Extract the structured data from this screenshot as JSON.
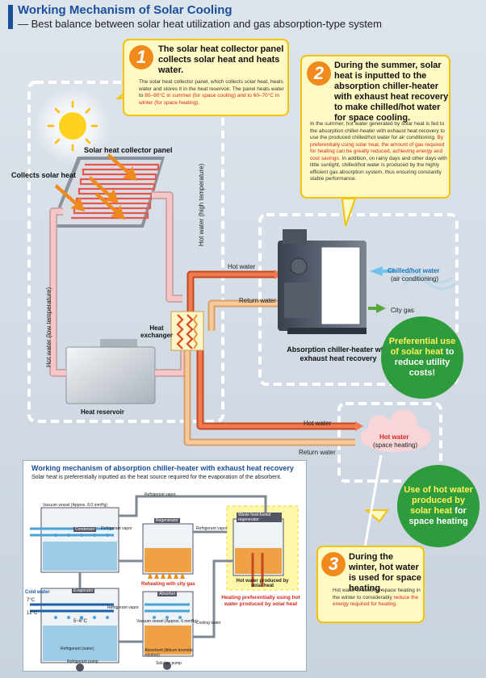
{
  "header": {
    "title": "Working Mechanism of Solar Cooling",
    "subtitle": "— Best balance between solar heat utilization and gas absorption-type system"
  },
  "labels": {
    "collector_panel": "Solar heat collector panel",
    "collects_solar_heat": "Collects solar heat",
    "hot_water_high": "Hot water (high temperature)",
    "hot_water_low": "Hot water (low temperature)",
    "heat_exchanger": "Heat exchanger",
    "heat_reservoir": "Heat reservoir",
    "hot_water_1": "Hot water",
    "return_water_1": "Return water",
    "hot_water_2": "Hot water",
    "return_water_2": "Return water",
    "chiller_name": "Absorption chiller-heater with exhaust heat recovery",
    "chilled_hot_water": "Chilled/hot water",
    "air_conditioning": "(air conditioning)",
    "city_gas": "City gas",
    "hot_water_space": "Hot water",
    "space_heating": "(space heating)"
  },
  "notes": {
    "n1": {
      "num": "1",
      "heading": "The solar heat collector panel collects solar heat and heats water.",
      "body_a": "The solar heat collector panel, which collects solar heat, heats water and stores it in the heat reservoir. The panel heats water to ",
      "body_red": "80–90°C in summer (for space cooling) and to 60–70°C in winter (for space heating).",
      "body_b": ""
    },
    "n2": {
      "num": "2",
      "heading": "During the summer, solar heat is inputted to the absorption chiller-heater with exhaust heat recovery to make chilled/hot water for space cooling.",
      "body_a": "In the summer, hot water generated by solar heat is fed to the absorption chiller-heater with exhaust heat recovery to use the produced chilled/hot water for air conditioning. ",
      "body_red": "By preferentially using solar heat, the amount of gas required for heating can be greatly reduced, achieving energy and cost savings.",
      "body_b": " In addition, on rainy days and other days with little sunlight, chilled/hot water is produced by the highly efficient gas absorption system, thus ensuring constantly stable performance."
    },
    "n3": {
      "num": "3",
      "heading": "During the winter, hot water is used for space heating.",
      "body_a": "Hot water is used for space heating in the winter to considerably ",
      "body_red": "reduce the energy required for heating.",
      "body_b": ""
    }
  },
  "badges": {
    "g1_a": "Preferential use of ",
    "g1_y": "solar heat",
    "g1_b": " to reduce utility costs!",
    "g2_y": "Use of hot water produced by solar heat",
    "g2_b": " for space heating"
  },
  "inset": {
    "title": "Working mechanism of absorption chiller-heater with exhaust heat recovery",
    "subtitle": "Solar heat is preferentially inputted as the heat source required for the evaporation of the absorbent.",
    "vacuum_1": "Vacuum vessel (Approx. 8.0 mmHg)",
    "condenser": "Condenser",
    "refrigerant_vapor_1": "Refrigerant vapor",
    "refrigerant_vapor_2": "Refrigerant vapor",
    "refrigerant_vapor_3": "Refrigerant vapor",
    "refrigerant_vapor_4": "Refrigerant vapor",
    "regenerator": "Regenerator",
    "waste_heat_regen": "Waste heat-fueled regenerator",
    "reheating": "Reheating with city gas",
    "hot_water_produced": "Hot water produced by solar heat",
    "heating_pref": "Heating preferentially using hot water produced by solar heat",
    "cold_water": "Cold water",
    "t7": "7°C",
    "t12": "12°C",
    "evaporator": "Evaporator",
    "absorber": "Absorber",
    "vacuum_2": "Vacuum vessel (Approx. 6 mmHg)",
    "cooling_water": "Cooling water",
    "t5_6": "5~6°C",
    "refrigerant_water": "Refrigerant (water)",
    "absorbent": "Absorbent (lithium bromide solution)",
    "refrigerant_pump": "Refrigerant pump",
    "solution_pump": "Solution pump"
  }
}
